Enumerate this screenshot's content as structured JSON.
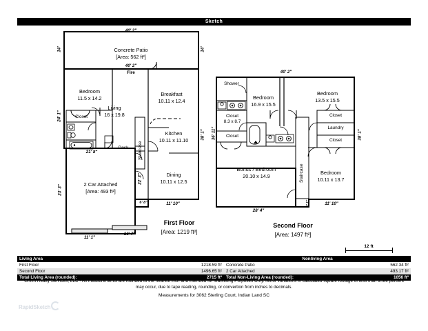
{
  "header": {
    "title": "Sketch"
  },
  "first_floor": {
    "title": "First Floor",
    "area": "[Area: 1219 ft²]",
    "rooms": [
      {
        "name": "Concrete Patio",
        "dim": "[Area: 562 ft²]"
      },
      {
        "name": "Bedroom",
        "dim": "11.5 x 14.2"
      },
      {
        "name": "Living",
        "dim": "16 x 19.8"
      },
      {
        "name": "Breakfast",
        "dim": "10.11 x 12.4"
      },
      {
        "name": "Kitchen",
        "dim": "10.11 x 11.10"
      },
      {
        "name": "Dining",
        "dim": "10.11 x 12.5"
      },
      {
        "name": "2 Car Attached",
        "dim": "[Area: 493 ft²]"
      }
    ],
    "labels": {
      "fire": "Fire",
      "closet": "Closet",
      "desk": "Desk",
      "staircase": "Staircase"
    },
    "dims": {
      "top": "40' 2\"",
      "patio_bottom": "40' 2\"",
      "left_top": "14'",
      "left_main": "24' 1\"",
      "right_top": "14'",
      "right_main": "38' 1\"",
      "bath_width": "21' 8\"",
      "garage_left": "23' 3\"",
      "garage_right": "22' 3\"",
      "garage_door_a": "11' 1\"",
      "garage_door_b": "16' 7\"",
      "dining_left": "6' 8\"",
      "dining_bottom": "11' 10\""
    }
  },
  "second_floor": {
    "title": "Second Floor",
    "area": "[Area: 1497 ft²]",
    "rooms": [
      {
        "name": "Bedroom",
        "dim": "16.9 x 15.5"
      },
      {
        "name": "Bedroom",
        "dim": "13.5 x 15.5"
      },
      {
        "name": "Bonus / Bedroom",
        "dim": "20.10 x 14.9"
      },
      {
        "name": "Bedroom",
        "dim": "10.11 x 13.7"
      }
    ],
    "labels": {
      "shower": "Shower",
      "closet_big": "Closet",
      "closet_big_dim": "8.3 x 8.7",
      "closet_left_lower": "Closet",
      "closet_r1": "Closet",
      "laundry": "Laundry",
      "closet_r2": "Closet",
      "staircase": "Staircase"
    },
    "dims": {
      "top": "40' 2\"",
      "left": "36' 11\"",
      "right": "38' 1\"",
      "bottom_left": "28' 4\"",
      "bottom_right": "11' 10\"",
      "mid_small": "1' 1\""
    }
  },
  "scale": {
    "label": "12 ft"
  },
  "table": {
    "headers": {
      "living": "Living Area",
      "nonliving": "Nonliving Area"
    },
    "rows": [
      {
        "living_label": "First Floor",
        "living_value": "1218.59 ft²",
        "non_label": "Concrete Patio",
        "non_value": "562.34 ft²"
      },
      {
        "living_label": "Second Floor",
        "living_value": "1496.65 ft²",
        "non_label": "2 Car Attached",
        "non_value": "493.17 ft²"
      }
    ],
    "totals": {
      "living_label": "Total Living Area (rounded):",
      "living_value": "2715 ft²",
      "non_label": "Total Non-Living Area (rounded):",
      "non_value": "1056 ft²"
    }
  },
  "footer": {
    "line1": "Griffin Realty Services, LLC - All measurements are rounded to the nearest inch and intended for Marketing Purposes Only.  Minor variations in calculated square",
    "line2": "footage of less than three percent may occur, due to tape reading, rounding, or convertion from inches to decimals.",
    "measurements": "Measurements for 3062 Sterling Court, Indian Land SC"
  },
  "watermark": {
    "text": "RapidSketch"
  }
}
